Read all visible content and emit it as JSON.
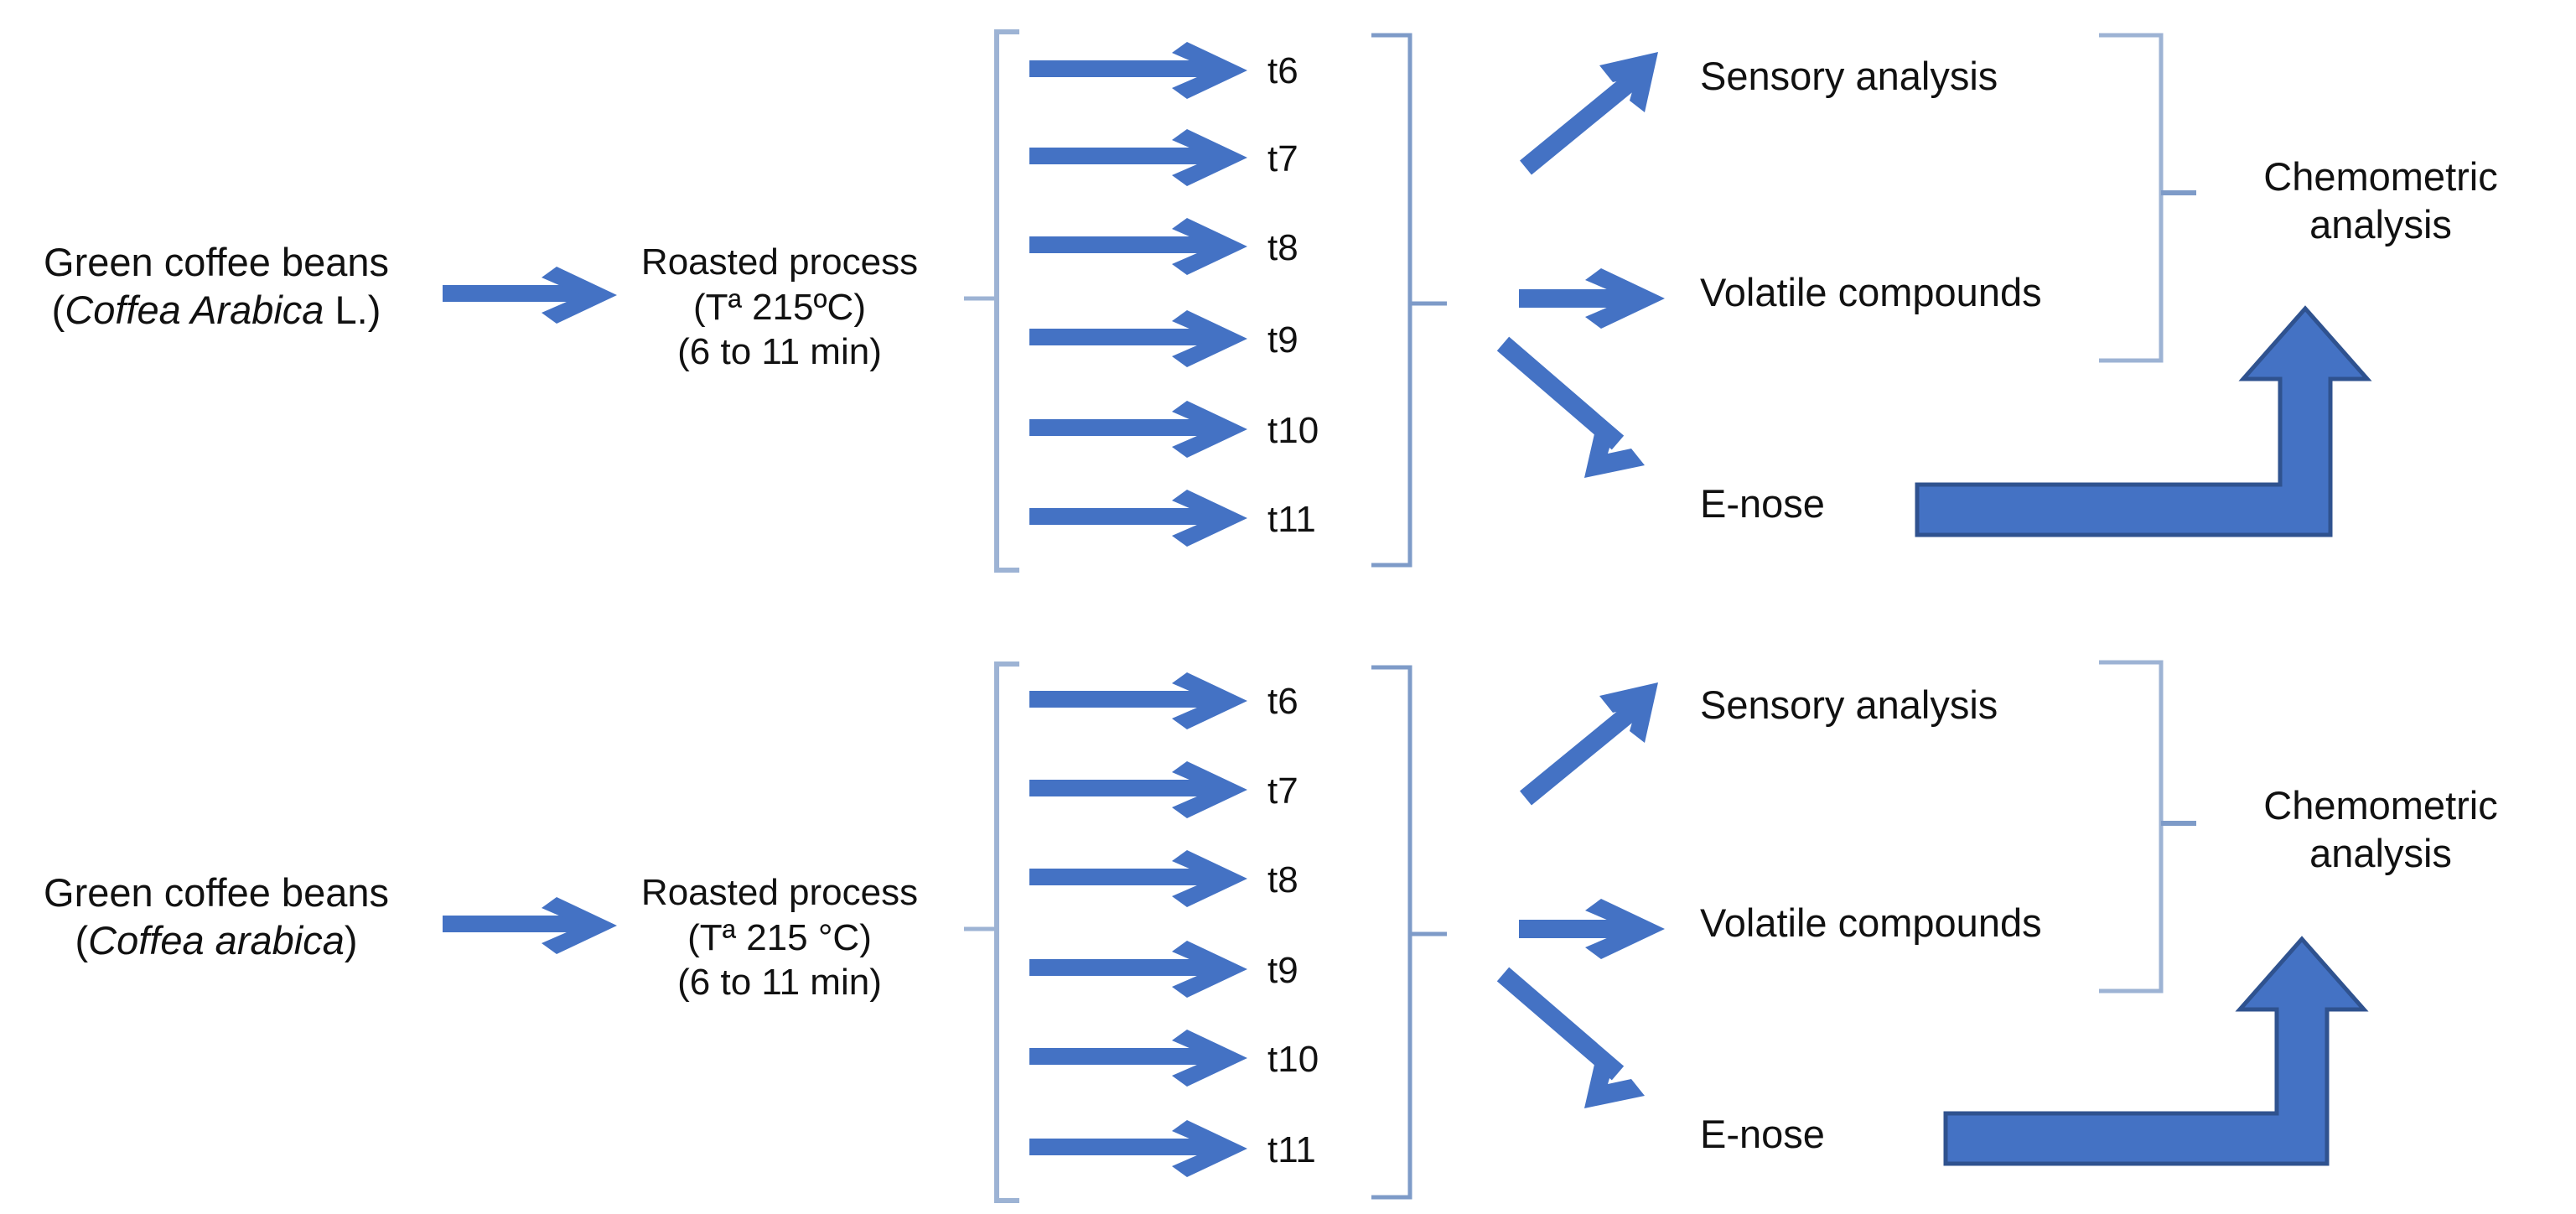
{
  "diagram": {
    "type": "flowchart",
    "title": "Coffee roasting experimental workflow",
    "accent_color": "#4472C4",
    "accent_dark": "#2F528F",
    "bracket_color": "#9DB3D4",
    "text_color": "#111111",
    "background": "#ffffff"
  },
  "rows": [
    {
      "id": "row-top",
      "source": {
        "line1": "Green coffee beans",
        "line2_open": "(",
        "line2_italic": "Coffea Arabica",
        "line2_tail": " L.)"
      },
      "process": {
        "line1": "Roasted process",
        "line2": "(Tª 215ºC)",
        "line3": "(6 to 11 min)"
      },
      "timepoints": [
        "t6",
        "t7",
        "t8",
        "t9",
        "t10",
        "t11"
      ],
      "analyses": [
        "Sensory  analysis",
        "Volatile compounds",
        "E-nose"
      ],
      "result": {
        "line1": "Chemometric",
        "line2": "analysis"
      }
    },
    {
      "id": "row-bottom",
      "source": {
        "line1": "Green coffee beans",
        "line2_open": "(",
        "line2_italic": "Coffea arabica",
        "line2_tail": ")"
      },
      "process": {
        "line1": "Roasted process",
        "line2": "(Tª 215 °C)",
        "line3": "(6 to 11 min)"
      },
      "timepoints": [
        "t6",
        "t7",
        "t8",
        "t9",
        "t10",
        "t11"
      ],
      "analyses": [
        "Sensory  analysis",
        "Volatile compounds",
        "E-nose"
      ],
      "result": {
        "line1": "Chemometric",
        "line2": "analysis"
      }
    }
  ],
  "icons": {
    "feed_arrow": "right-block-arrow-icon",
    "timepoint_arrow": "right-block-arrow-icon",
    "up_diagonal_arrow": "diagonal-up-right-arrow-icon",
    "straight_arrow": "right-block-arrow-icon",
    "down_diagonal_arrow": "diagonal-down-right-arrow-icon",
    "elbow_arrow": "elbow-up-block-arrow-icon",
    "left_brace": "left-bracket-icon",
    "right_brace": "right-bracket-icon"
  }
}
